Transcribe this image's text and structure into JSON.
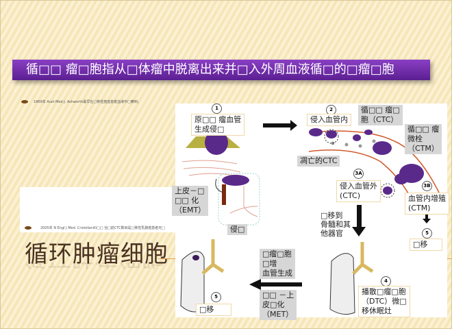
{
  "slide": {
    "title": "循□□ 瘤□胞指从□体瘤中脱离出来并□入外周血液循□的□瘤□胞",
    "bullet_dot": "。",
    "ref1": "1869年 Aust Med J.  Ashworth最早在□移性癌症患者血液中□察到。",
    "ref2": "2005年 N Engl J Med.  Cristofanilli□□ 治□前CTC数目是□移性乳腺癌患者无□",
    "big_title": "循环肿瘤细胞"
  },
  "diagram": {
    "steps": {
      "s1": "1",
      "s2": "2",
      "s3a": "3A",
      "s3b": "3B",
      "s4": "4",
      "s5a": "5",
      "s5b": "5"
    },
    "labels": {
      "angiogenesis": [
        "原□□ 瘤血管",
        "生成侵□"
      ],
      "intravasation": "侵入血管内",
      "ctc": [
        "循□□ 瘤□",
        "胞（CTC）"
      ],
      "ctm": [
        "循□□ 瘤",
        "微栓",
        "（CTM）"
      ],
      "apoptotic": "凋亡的CTC",
      "extravasation": [
        "侵入血管外",
        "(CTC)"
      ],
      "intravascular": [
        "血管内增殖",
        "(CTM)"
      ],
      "metastasis_right": "□移",
      "to_organs": [
        "□移到",
        "骨髓和其",
        "他器官"
      ],
      "emt": [
        "上皮－□",
        "□□ 化",
        "（EMT）"
      ],
      "invasion": "侵□",
      "growth": [
        "□瘤□胞",
        "□增",
        "血管生成"
      ],
      "met": [
        "□□ －上",
        "皮□化",
        "（MET）"
      ],
      "dtc": [
        "播散□瘤□胞",
        "（DTC）微□",
        "移休眠灶"
      ],
      "metastasis_left": "□移"
    }
  },
  "colors": {
    "title_bg": "#6a2aa8",
    "cell": "#6b3fa0",
    "vessel": "#d05a2a",
    "bronchus": "#d8b860"
  }
}
